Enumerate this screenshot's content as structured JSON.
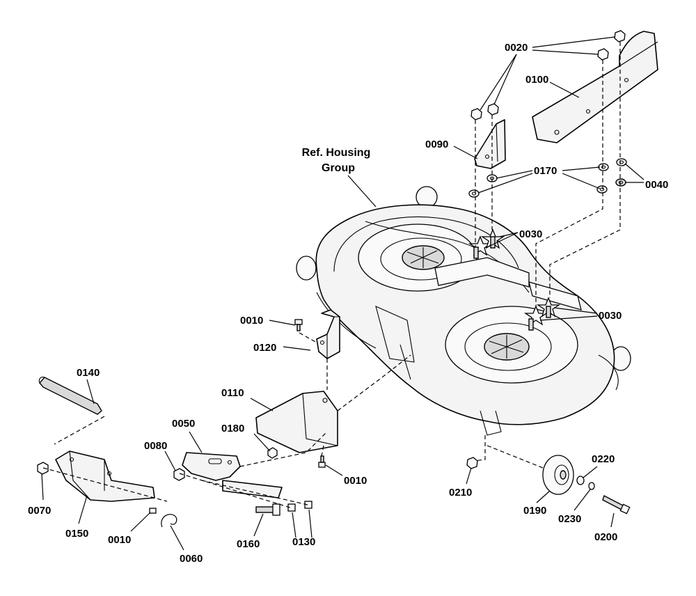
{
  "diagram": {
    "ref_label_line1": "Ref. Housing",
    "ref_label_line2": "Group",
    "callouts": {
      "c0020": "0020",
      "c0100": "0100",
      "c0090": "0090",
      "c0170": "0170",
      "c0040": "0040",
      "c0030a": "0030",
      "c0030b": "0030",
      "c0010a": "0010",
      "c0120": "0120",
      "c0140": "0140",
      "c0110": "0110",
      "c0050": "0050",
      "c0180": "0180",
      "c0080": "0080",
      "c0010b": "0010",
      "c0070": "0070",
      "c0150": "0150",
      "c0010c": "0010",
      "c0060": "0060",
      "c0160": "0160",
      "c0130": "0130",
      "c0210": "0210",
      "c0190": "0190",
      "c0220": "0220",
      "c0230": "0230",
      "c0200": "0200"
    }
  }
}
